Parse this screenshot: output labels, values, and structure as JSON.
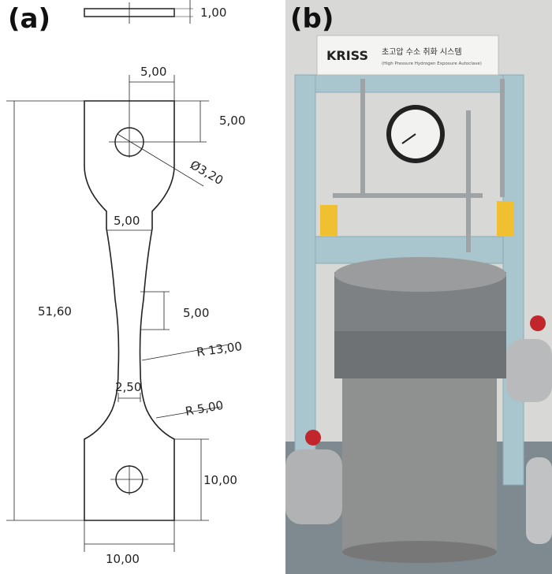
{
  "panel_a": {
    "label": "(a)",
    "dimensions": {
      "thickness": "1,00",
      "hole_offset_x": "5,00",
      "hole_offset_y": "5,00",
      "hole_diameter": "Ø3,20",
      "shoulder_width": "5,00",
      "total_length": "51,60",
      "gauge_length": "5,00",
      "radius_large": "R 13,00",
      "gauge_width": "2,50",
      "radius_small": "R 5,00",
      "tab_length": "10,00",
      "total_width": "10,00"
    }
  },
  "panel_b": {
    "label": "(b)",
    "sign": {
      "logo": "KRISS",
      "title_korean": "초고압 수소 취화 시스템",
      "subtitle": "(High Pressure Hydrogen Exposure Autoclave)"
    }
  },
  "colors": {
    "frame_blue": "#a9c6cf",
    "cylinder_gray": "#8f9090",
    "valve_red": "#c0262c"
  }
}
